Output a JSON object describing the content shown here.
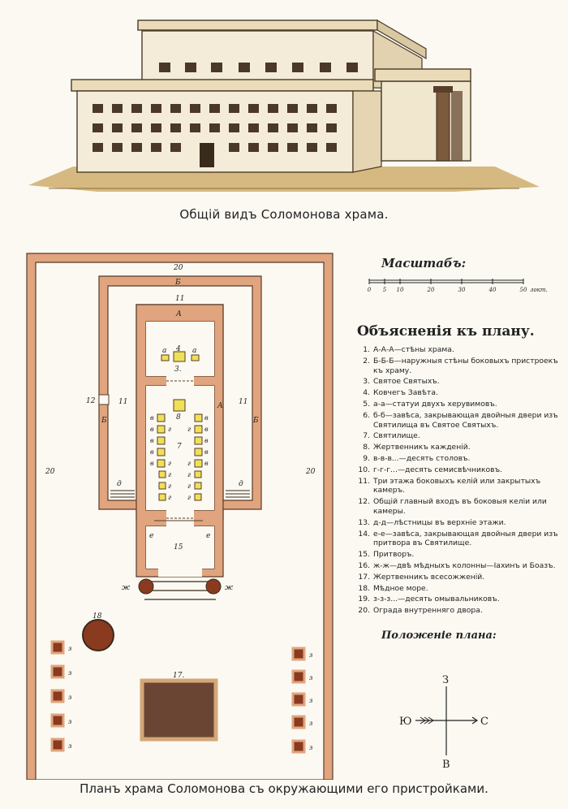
{
  "top_caption": "Общій видъ Соломонова храма.",
  "bottom_caption": "Планъ храма Соломонова съ окружающими его пристройками.",
  "scale": {
    "title": "Масштабъ:",
    "ticks": [
      "0",
      "5",
      "10",
      "20",
      "30",
      "40",
      "50"
    ],
    "unit": "локт."
  },
  "legend": {
    "title": "Объясненія къ плану.",
    "items": [
      {
        "num": "1.",
        "text": "А-А-А—стѣны храма."
      },
      {
        "num": "2.",
        "text": "Б-Б-Б—наружныя стѣны боковыхъ пристроекъ къ храму."
      },
      {
        "num": "3.",
        "text": "Святое Святыхъ."
      },
      {
        "num": "4.",
        "text": "Ковчегъ Завѣта."
      },
      {
        "num": "5.",
        "text": "а-а—статуи двухъ херувимовъ."
      },
      {
        "num": "6.",
        "text": "б-б—завѣса, закрывающая двойныя двери изъ Святилища въ Святое Святыхъ."
      },
      {
        "num": "7.",
        "text": "Святилище."
      },
      {
        "num": "8.",
        "text": "Жертвенникъ кажденій."
      },
      {
        "num": "9.",
        "text": "в-в-в...—десять столовъ."
      },
      {
        "num": "10.",
        "text": "г-г-г...—десять семисвѣчниковъ."
      },
      {
        "num": "11.",
        "text": "Три этажа боковыхъ келій или закрытыхъ камеръ."
      },
      {
        "num": "12.",
        "text": "Общій главный входъ въ боковыя келіи или камеры."
      },
      {
        "num": "13.",
        "text": "д-д—лѣстницы въ верхніе этажи."
      },
      {
        "num": "14.",
        "text": "е-е—завѣса, закрывающая двойныя двери изъ притвора въ Святилище."
      },
      {
        "num": "15.",
        "text": "Притворъ."
      },
      {
        "num": "16.",
        "text": "ж-ж—двѣ мѣдныхъ колонны—Іахинъ и Боазъ."
      },
      {
        "num": "17.",
        "text": "Жертвенникъ всесожженій."
      },
      {
        "num": "18.",
        "text": "Мѣдное море."
      },
      {
        "num": "19.",
        "text": "з-з-з...—десять омывальниковъ."
      },
      {
        "num": "20.",
        "text": "Ограда внутренняго двора."
      }
    ]
  },
  "orientation": {
    "title": "Положеніе плана:",
    "north": "З",
    "south": "В",
    "west": "Ю",
    "east": "С"
  },
  "plan_labels": {
    "court": "20",
    "outer_wall": "Б",
    "chambers": "11",
    "temple_wall": "А",
    "ark": "4",
    "cherub": "а",
    "holy_of_holies": "3.",
    "altar_incense": "8",
    "holy_place": "7",
    "table": "в",
    "lampstand": "г",
    "entrance": "12",
    "stairs": "д",
    "curtain_porch": "е",
    "porch": "15",
    "pillar": "ж",
    "sea": "18",
    "altar": "17.",
    "laver": "з"
  },
  "colors": {
    "wall": "#e0a57e",
    "wall_stroke": "#5a3a28",
    "yellow": "#efe05a",
    "brass": "#8a3a1e",
    "altar_fill": "#6b4534",
    "ground": "#c9a356"
  }
}
